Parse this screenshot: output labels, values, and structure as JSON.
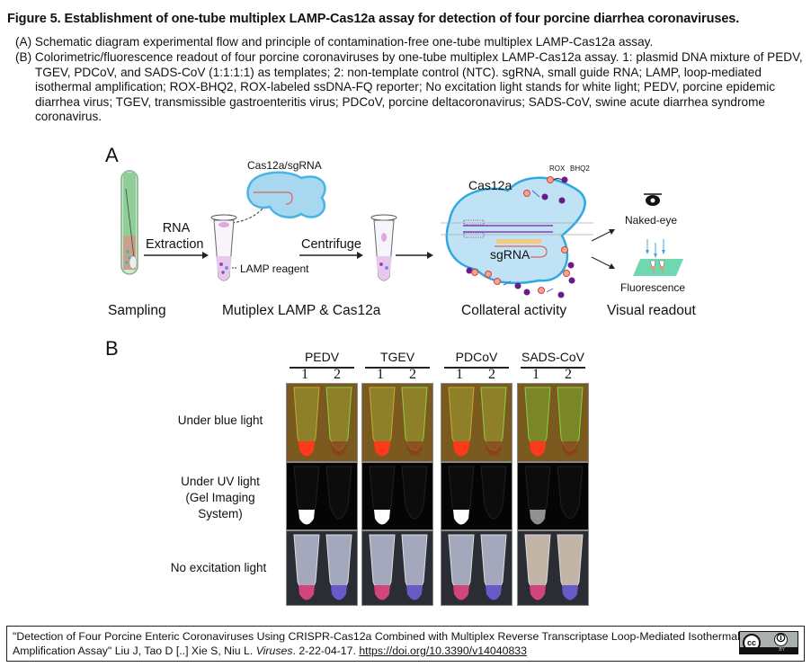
{
  "figure": {
    "title": "Figure 5. Establishment of one-tube multiplex LAMP-Cas12a assay for detection of four porcine diarrhea coronaviruses.",
    "caption_a": "(A) Schematic diagram experimental flow and principle of contamination-free one-tube multiplex LAMP-Cas12a assay.",
    "caption_b": "(B) Colorimetric/fluorescence readout of four porcine coronaviruses by one-tube multiplex LAMP-Cas12a assay. 1: plasmid DNA mixture of PEDV, TGEV, PDCoV, and SADS-CoV (1:1:1:1) as templates; 2: non-template control (NTC). sgRNA, small guide RNA; LAMP, loop-mediated isothermal amplification; ROX-BHQ2, ROX-labeled ssDNA-FQ reporter; No excitation light stands for white light; PEDV, porcine epidemic diarrhea virus; TGEV, transmissible gastroenteritis virus; PDCoV, porcine deltacoronavirus; SADS-CoV, swine acute diarrhea syndrome coronavirus."
  },
  "panel_a": {
    "label": "A",
    "cas12a_sgrna": "Cas12a/sgRNA",
    "rna": "RNA",
    "extraction": "Extraction",
    "lamp_reagent": "LAMP reagent",
    "centrifuge": "Centrifuge",
    "cas12a": "Cas12a",
    "sgrna": "sgRNA",
    "rox": "ROX",
    "bhq2": "BHQ2",
    "naked_eye": "Naked-eye",
    "fluorescence": "Fluorescence",
    "steps": [
      "Sampling",
      "Mutiplex LAMP & Cas12a",
      "Collateral activity",
      "Visual readout"
    ]
  },
  "panel_b": {
    "label": "B",
    "viruses": [
      "PEDV",
      "TGEV",
      "PDCoV",
      "SADS-CoV"
    ],
    "lanes": [
      "1",
      "2"
    ],
    "rows": [
      "Under blue light",
      "Under UV light\n(Gel Imaging\nSystem)",
      "No excitation light"
    ],
    "row_lines": {
      "uv1": "Under UV light",
      "uv2": "(Gel Imaging",
      "uv3": "System)"
    },
    "colors": {
      "blue_bg": "#7a5a1e",
      "positive_red": "#ff3a1a",
      "uv_bg": "#050505",
      "white_pos": "#ffffff",
      "nolight_pos": "#d2457a",
      "nolight_neg": "#6a5ac8"
    }
  },
  "footer": {
    "citation_text": "\"Detection of Four Porcine Enteric Coronaviruses Using CRISPR-Cas12a Combined with Multiplex Reverse Transcriptase Loop-Mediated Isothermal Amplification Assay\" Liu J, Tao D [..] Xie S, Niu L. ",
    "journal": "Viruses",
    "date": ". 2-22-04-17. ",
    "doi": "https://doi.org/10.3390/v14040833",
    "license_cc": "cc",
    "license_by": "BY"
  }
}
